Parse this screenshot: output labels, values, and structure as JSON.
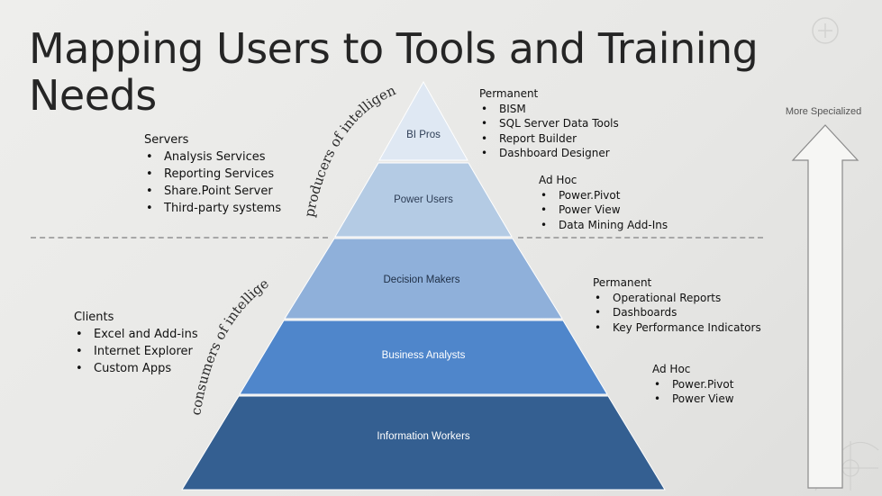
{
  "title": {
    "line1": "Mapping Users to Tools and Training",
    "line2": "Needs"
  },
  "servers": {
    "heading": "Servers",
    "items": [
      "Analysis Services",
      "Reporting Services",
      "Share.Point Server",
      "Third-party systems"
    ]
  },
  "clients": {
    "heading": "Clients",
    "items": [
      "Excel and Add-ins",
      "Internet Explorer",
      "Custom Apps"
    ]
  },
  "arc_labels": {
    "producers": "producers of intelligence",
    "consumers": "consumers of intelligence"
  },
  "pyramid": {
    "tiers": [
      {
        "label": "BI Pros",
        "color": "#dfe8f3"
      },
      {
        "label": "Power Users",
        "color": "#b4cbe4"
      },
      {
        "label": "Decision Makers",
        "color": "#8fb0da"
      },
      {
        "label": "Business Analysts",
        "color": "#4f86cb"
      },
      {
        "label": "Information Workers",
        "color": "#345f91"
      }
    ]
  },
  "producers_tools": {
    "permanent": {
      "heading": "Permanent",
      "items": [
        "BISM",
        "SQL Server Data Tools",
        "Report Builder",
        "Dashboard Designer"
      ]
    },
    "adhoc": {
      "heading": "Ad Hoc",
      "items": [
        "Power.Pivot",
        "Power View",
        "Data Mining Add-Ins"
      ]
    }
  },
  "consumers_tools": {
    "permanent": {
      "heading": "Permanent",
      "items": [
        "Operational Reports",
        "Dashboards",
        "Key Performance Indicators"
      ]
    },
    "adhoc": {
      "heading": "Ad Hoc",
      "items": [
        "Power.Pivot",
        "Power View"
      ]
    }
  },
  "more_specialized": "More Specialized",
  "icons": [
    "up-arrow-icon",
    "plus-icon",
    "decorative-sketch-icon"
  ]
}
